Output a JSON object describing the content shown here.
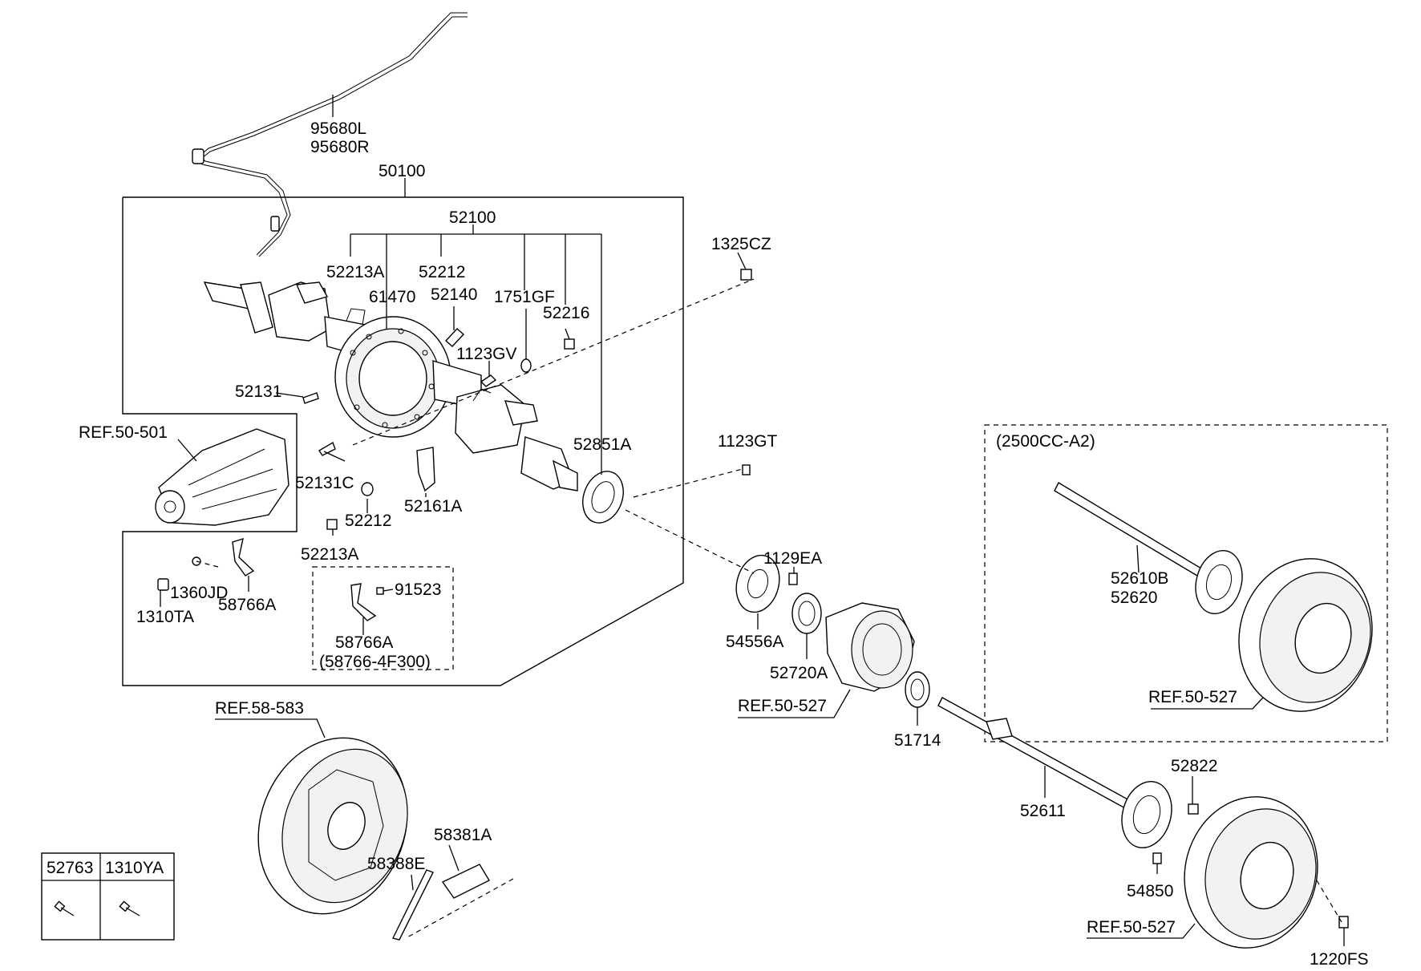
{
  "labels": {
    "p95680L": "95680L",
    "p95680R": "95680R",
    "p50100": "50100",
    "p52100": "52100",
    "p52213A_top": "52213A",
    "p52212_top": "52212",
    "p61470": "61470",
    "p52140": "52140",
    "p1751GF": "1751GF",
    "p52216": "52216",
    "p1123GV": "1123GV",
    "p1325CZ": "1325CZ",
    "p52131": "52131",
    "ref50_501": "REF.50-501",
    "p52851A": "52851A",
    "p1123GT": "1123GT",
    "p52131C": "52131C",
    "p52212_mid": "52212",
    "p52161A": "52161A",
    "p52213A_mid": "52213A",
    "p1360JD": "1360JD",
    "p1310TA": "1310TA",
    "p58766A": "58766A",
    "p91523": "91523",
    "p58766A_box": "58766A",
    "p58766_4F300": "(58766-4F300)",
    "p1129EA": "1129EA",
    "p54556A": "54556A",
    "p52720A": "52720A",
    "ref50_527_hub": "REF.50-527",
    "p51714": "51714",
    "variant_2500cc": "(2500CC-A2)",
    "p52610B": "52610B",
    "p52620": "52620",
    "ref50_527_upper": "REF.50-527",
    "ref58_583": "REF.58-583",
    "p58381A": "58381A",
    "p58388E": "58388E",
    "p52611": "52611",
    "p52822": "52822",
    "p54850": "54850",
    "ref50_527_lower": "REF.50-527",
    "p1220FS": "1220FS"
  },
  "legend_table": {
    "headers": [
      "52763",
      "1310YA"
    ],
    "icons": [
      "bolt-icon",
      "bolt-icon"
    ]
  }
}
